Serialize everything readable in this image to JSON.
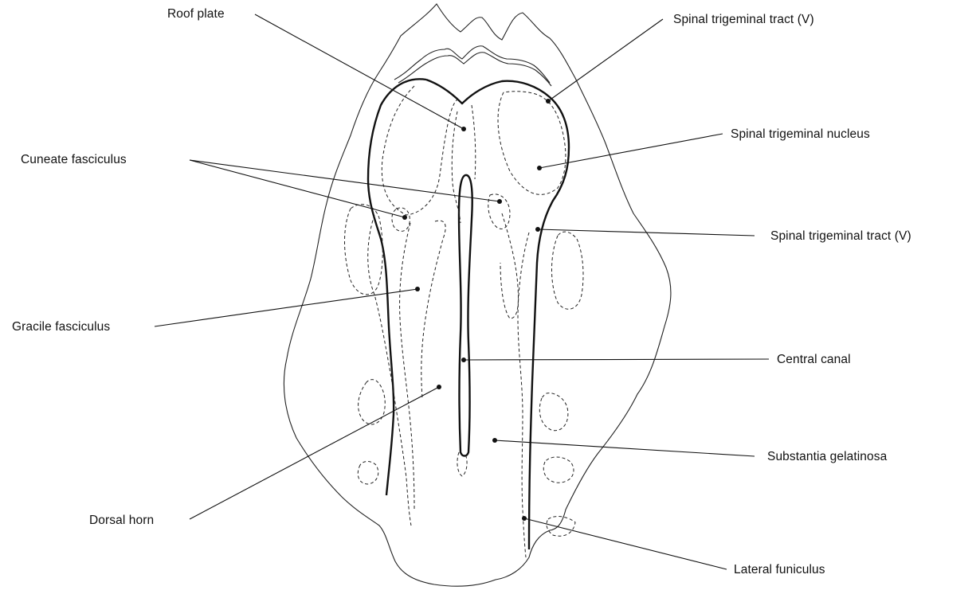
{
  "figure": {
    "labels": {
      "roof_plate": "Roof plate",
      "spinal_trigeminal_tract_top": "Spinal trigeminal tract (V)",
      "spinal_trigeminal_nucleus": "Spinal trigeminal nucleus",
      "cuneate_fasciculus": "Cuneate fasciculus",
      "spinal_trigeminal_tract_mid": "Spinal trigeminal tract (V)",
      "gracile_fasciculus": "Gracile fasciculus",
      "central_canal": "Central canal",
      "dorsal_horn": "Dorsal horn",
      "substantia_gelatinosa": "Substantia gelatinosa",
      "lateral_funiculus": "Lateral funiculus"
    }
  }
}
